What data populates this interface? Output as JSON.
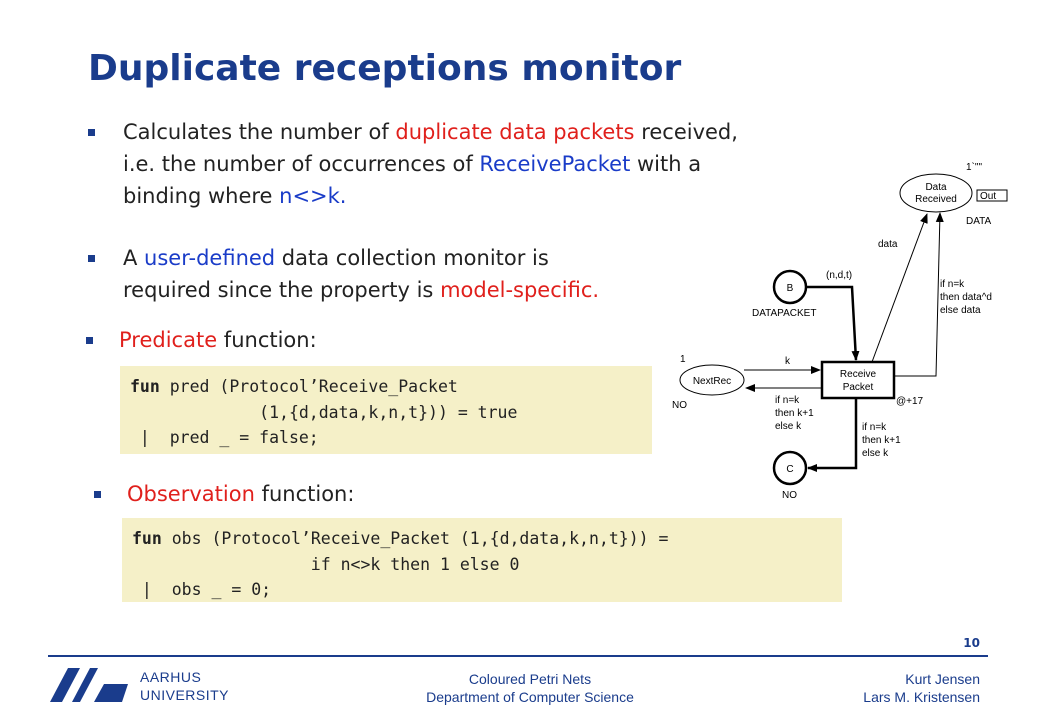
{
  "slide": {
    "title": "Duplicate receptions monitor",
    "page_number": "10"
  },
  "bullets": [
    {
      "line1": [
        "Calculates the number of ",
        "duplicate data packets",
        " received,"
      ],
      "line2": [
        "i.e. the number of occurrences of ",
        "ReceivePacket",
        " with a"
      ],
      "line3": [
        "binding where ",
        "n<>k."
      ]
    },
    {
      "line1": [
        "A ",
        "user-defined",
        " data collection monitor is"
      ],
      "line2": [
        "required since the property is ",
        "model-specific."
      ]
    },
    {
      "line1": [
        "Predicate",
        " function:"
      ]
    },
    {
      "line1": [
        "Observation",
        " function:"
      ]
    }
  ],
  "code_pred": {
    "l1kw": "fun",
    "l1": " pred (Protocol’Receive_Packet",
    "l2": "             (1,{d,data,k,n,t})) = true",
    "l3": " |  pred _ = false;"
  },
  "code_obs": {
    "l1kw": "fun",
    "l1": " obs (Protocol’Receive_Packet (1,{d,data,k,n,t})) =",
    "l2": "                  if n<>k then 1 else 0",
    "l3": " |  obs _ = 0;"
  },
  "net": {
    "data_received_place": [
      "Data",
      "Received"
    ],
    "data_received_marking": "1`\"\"",
    "out_tag": "Out",
    "data_type": "DATA",
    "arc_data": "data",
    "place_b": "B",
    "arc_ndt": "(n,d,t)",
    "datapacket_type": "DATAPACKET",
    "arc_ifnk_data": [
      "if n=k",
      "then data^d",
      "else data"
    ],
    "transition": [
      "Receive",
      "Packet"
    ],
    "delay": "@+17",
    "nextrec_place": "NextRec",
    "nextrec_marking": "1",
    "no_type_1": "NO",
    "arc_k": "k",
    "arc_ifnk_k_1": [
      "if n=k",
      "then k+1",
      "else k"
    ],
    "arc_ifnk_k_2": [
      "if n=k",
      "then k+1",
      "else k"
    ],
    "place_c": "C",
    "no_type_2": "NO"
  },
  "footer": {
    "university_line1": "AARHUS",
    "university_line2": "UNIVERSITY",
    "center_line1": "Coloured Petri Nets",
    "center_line2": "Department of Computer Science",
    "right_line1": "Kurt Jensen",
    "right_line2": "Lars M. Kristensen"
  },
  "colors": {
    "brand_blue": "#1a3c8c",
    "highlight_red": "#e0201c",
    "highlight_blue": "#1a3cc8",
    "code_background": "#f5f0c8"
  }
}
